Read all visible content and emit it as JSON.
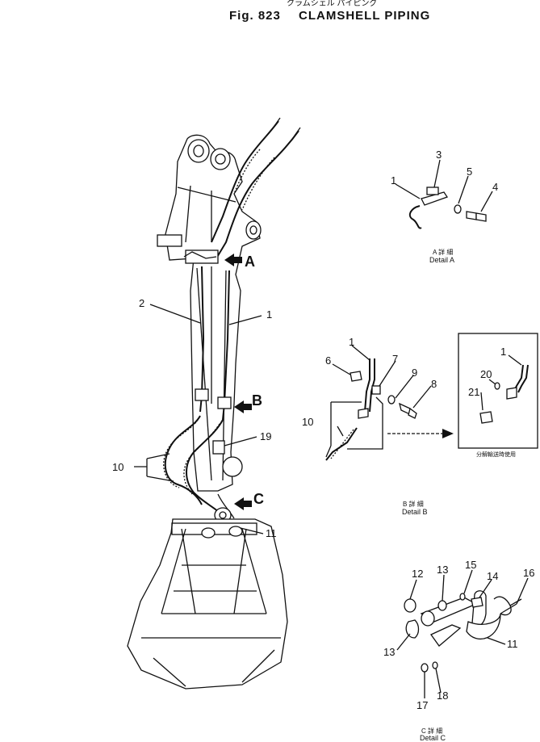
{
  "title": {
    "top_text": "クラムシェル パイピング",
    "figure_number": "Fig. 823",
    "name": "CLAMSHELL PIPING"
  },
  "callouts": {
    "A": "A",
    "B": "B",
    "C": "C"
  },
  "main_labels": {
    "n1": "1",
    "n2": "2",
    "n10": "10",
    "n11": "11",
    "n19": "19"
  },
  "detail_a": {
    "labels": {
      "n1": "1",
      "n3": "3",
      "n4": "4",
      "n5": "5"
    },
    "caption_jp": "A 詳 細",
    "caption": "Detail A"
  },
  "detail_b": {
    "labels": {
      "n1": "1",
      "n6": "6",
      "n7": "7",
      "n8": "8",
      "n9": "9",
      "n10": "10"
    },
    "caption_jp": "B 詳 細",
    "caption": "Detail B"
  },
  "detail_b_inset": {
    "labels": {
      "n1": "1",
      "n20": "20",
      "n21": "21"
    },
    "note": "分解輸送時使用"
  },
  "detail_c": {
    "labels": {
      "n11": "11",
      "n12": "12",
      "n13a": "13",
      "n13b": "13",
      "n14": "14",
      "n15": "15",
      "n16": "16",
      "n17": "17",
      "n18": "18"
    },
    "caption_jp": "C 詳 細",
    "caption": "Detail C"
  }
}
